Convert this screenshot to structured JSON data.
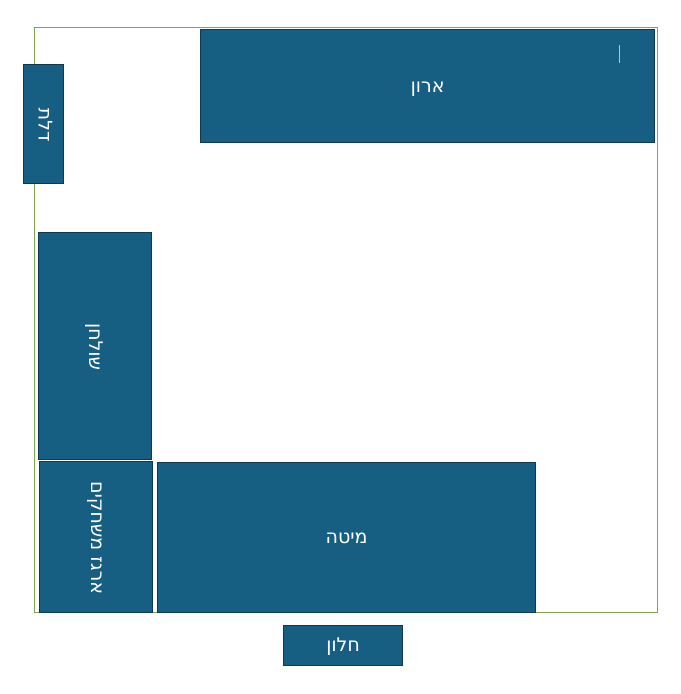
{
  "colors": {
    "furniture_fill": "#165f82",
    "furniture_border": "#0d3a52",
    "room_border": "#7aa84a",
    "label_text": "#ffffff"
  },
  "room": {
    "wardrobe_label": "ארון",
    "door_label": "דלת",
    "desk_label": "שולחן",
    "lego_label": "ארגז משחקים",
    "bed_label": "מיטה",
    "window_label": "חלון"
  }
}
